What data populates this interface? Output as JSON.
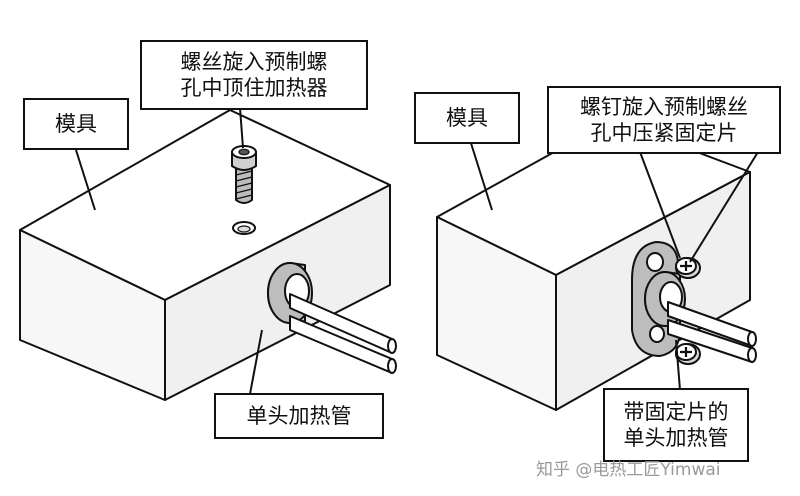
{
  "left_figure": {
    "mold_label": "模具",
    "screw_label": [
      "螺丝旋入预制螺",
      "孔中顶住加热器"
    ],
    "heater_label": "单头加热管"
  },
  "right_figure": {
    "mold_label": "模具",
    "screw_label": [
      "螺钉旋入预制螺丝",
      "孔中压紧固定片"
    ],
    "heater_label": [
      "带固定片的",
      "单头加热管"
    ]
  },
  "watermark": "知乎 @电热工匠Yimwai",
  "colors": {
    "line": "#111111",
    "face_top": "#ffffff",
    "face_front": "#f7f7f7",
    "face_side": "#f0f0f0",
    "metal": "#bdbdbd",
    "watermark": "#9a9a9a"
  }
}
